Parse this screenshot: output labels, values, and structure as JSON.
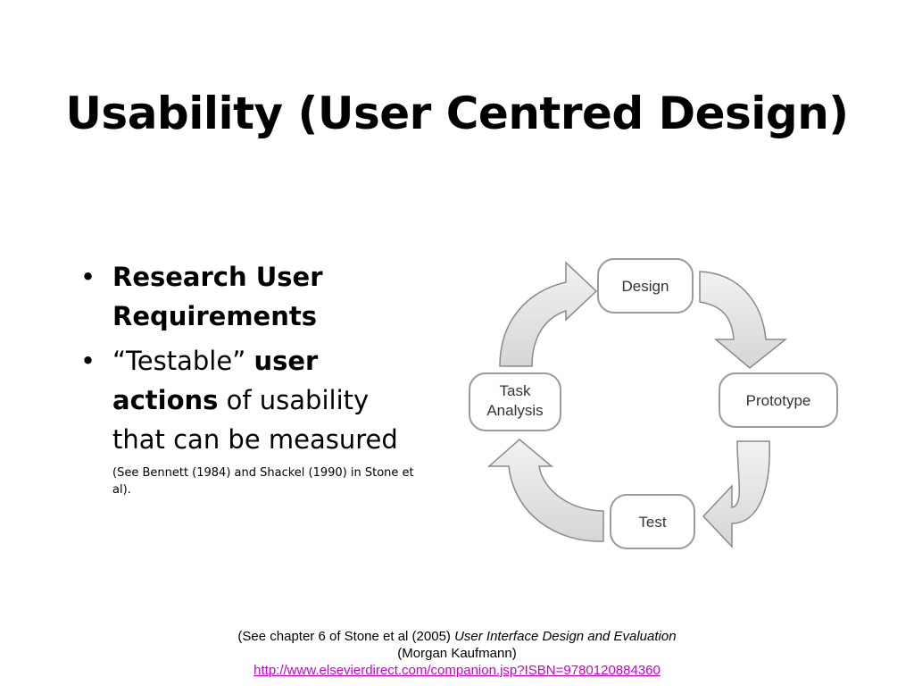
{
  "title": "Usability (User Centred Design)",
  "bullets": [
    {
      "bold": "Research User Requirements"
    },
    {
      "prefix": "“Testable” ",
      "bold_line1": "user",
      "bold_line2": "actions",
      "rest_line2": " of usability",
      "line3": "that can be measured",
      "note": "(See Bennett (1984) and Shackel (1990) in Stone et al)."
    }
  ],
  "diagram": {
    "nodes": [
      "Design",
      "Prototype",
      "Test"
    ],
    "task_line1": "Task",
    "task_line2": "Analysis"
  },
  "footer": {
    "text_before": "(See chapter 6 of Stone et al (2005) ",
    "book_title": "User Interface Design and Evaluation",
    "line2": "(Morgan Kaufmann)",
    "link": "http://www.elsevierdirect.com/companion.jsp?ISBN=9780120884360"
  }
}
